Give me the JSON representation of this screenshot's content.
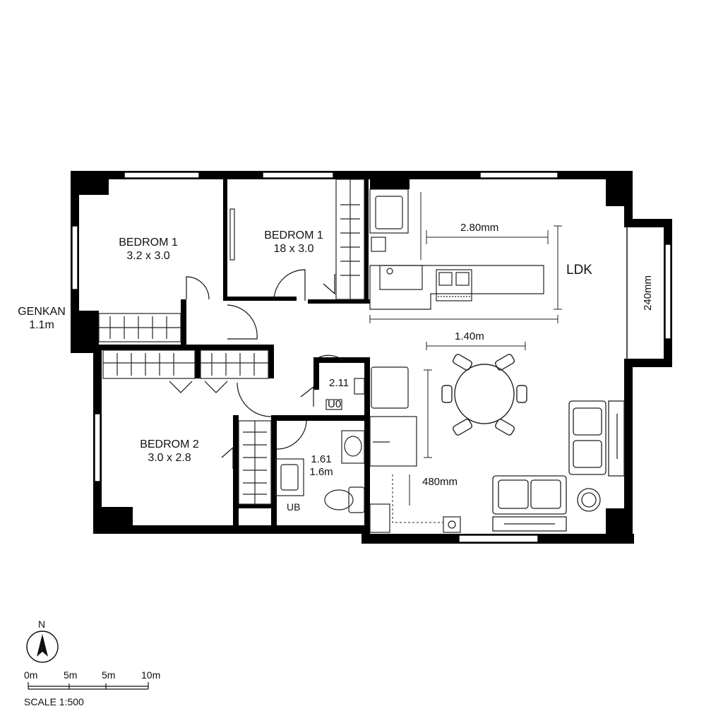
{
  "rooms": {
    "bedroom_1a": {
      "name": "BEDROM 1",
      "size": "3.2 x 3.0"
    },
    "bedroom_1b": {
      "name": "BEDROM 1",
      "size": "18 x 3.0"
    },
    "bedroom_2": {
      "name": "BEDROM 2",
      "size": "3.0 x 2.8"
    },
    "genkan": {
      "name": "GENKAN",
      "size": "1.1m"
    },
    "ldk": {
      "name": "LDK"
    },
    "storage": {
      "label": "2.11",
      "sub": "U0"
    },
    "washroom": {
      "label": "1.61",
      "size": "1.6m"
    },
    "bath": {
      "name": "UB"
    }
  },
  "dimensions": {
    "kitchen_width": "2.80mm",
    "dining_width": "1.40m",
    "window_height": "240mm",
    "kitchen_depth": "480mm"
  },
  "legend": {
    "north": "N",
    "scale_ticks": [
      "0m",
      "5m",
      "5m",
      "10m"
    ],
    "scale_text": "SCALE 1:500"
  },
  "colors": {
    "wall": "#000000",
    "line": "#222222",
    "background": "#ffffff"
  }
}
